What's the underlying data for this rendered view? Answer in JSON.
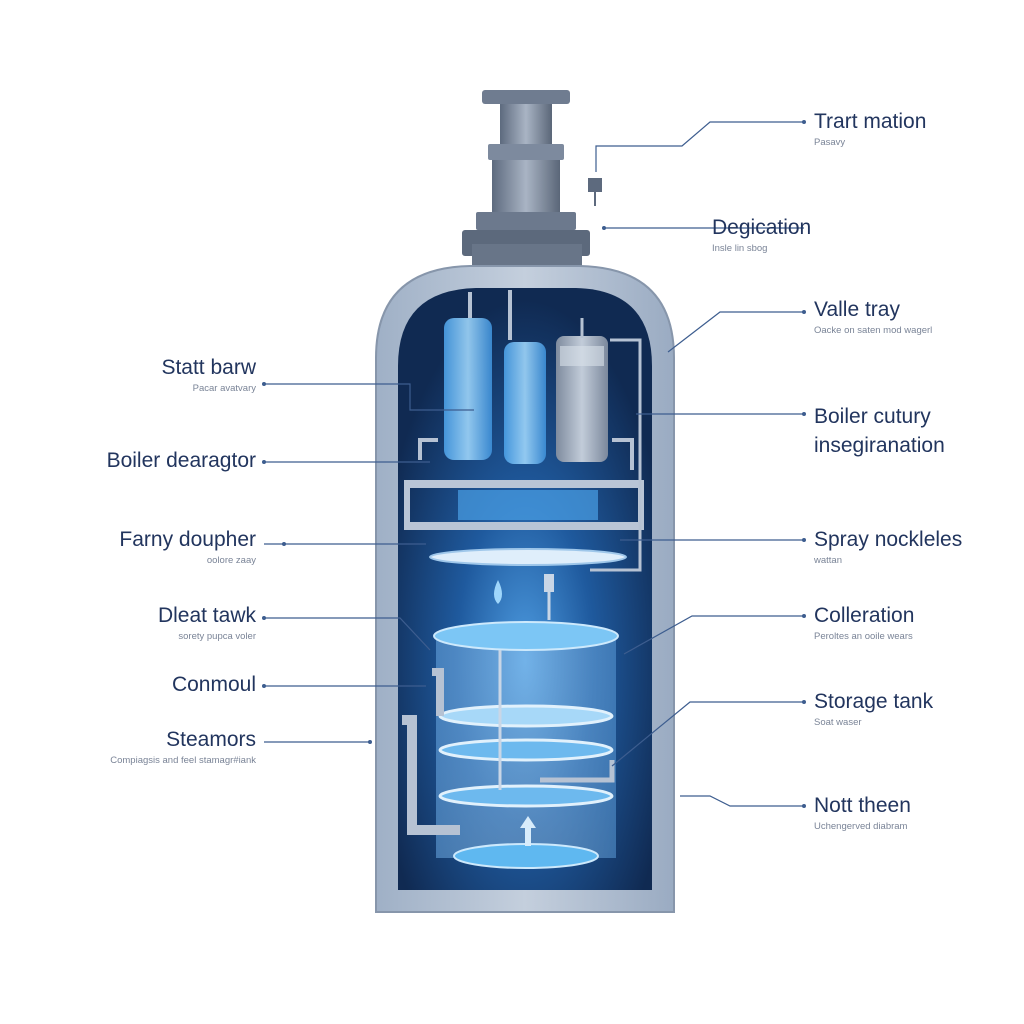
{
  "colors": {
    "background": "#ffffff",
    "shell": "#a9b6c8",
    "shell_edge": "#8796ab",
    "interior": "#13325e",
    "interior_glow": "#2f7fd0",
    "water": "#5fb8f0",
    "leader": "#3d5d8f",
    "text": "#22355e",
    "subtext": "#7a8497"
  },
  "labels_left": [
    {
      "title": "Statt barw",
      "sub": "Pacar avatvary"
    },
    {
      "title": "Boiler dearagtor",
      "sub": ""
    },
    {
      "title": "Farny doupher",
      "sub": "oolore zaay"
    },
    {
      "title": "Dleat tawk",
      "sub": "sorety pupca voler"
    },
    {
      "title": "Conmoul",
      "sub": ""
    },
    {
      "title": "Steamors",
      "sub": "Compiagsis and feel stamagr#iank"
    }
  ],
  "labels_right": [
    {
      "title": "Trart mation",
      "sub": "Pasavy"
    },
    {
      "title": "Degication",
      "sub": "Insle lin sbog"
    },
    {
      "title": "Valle tray",
      "sub": "Oacke on saten mod wagerl"
    },
    {
      "title": "Boiler cutury\ninsegiranation",
      "sub": ""
    },
    {
      "title": "Spray nockleles",
      "sub": "wattan"
    },
    {
      "title": "Colleration",
      "sub": "Peroltes an ooile wears"
    },
    {
      "title": "Storage tank",
      "sub": "Soat waser"
    },
    {
      "title": "Nott theen",
      "sub": "Uchengerved diabram"
    }
  ]
}
